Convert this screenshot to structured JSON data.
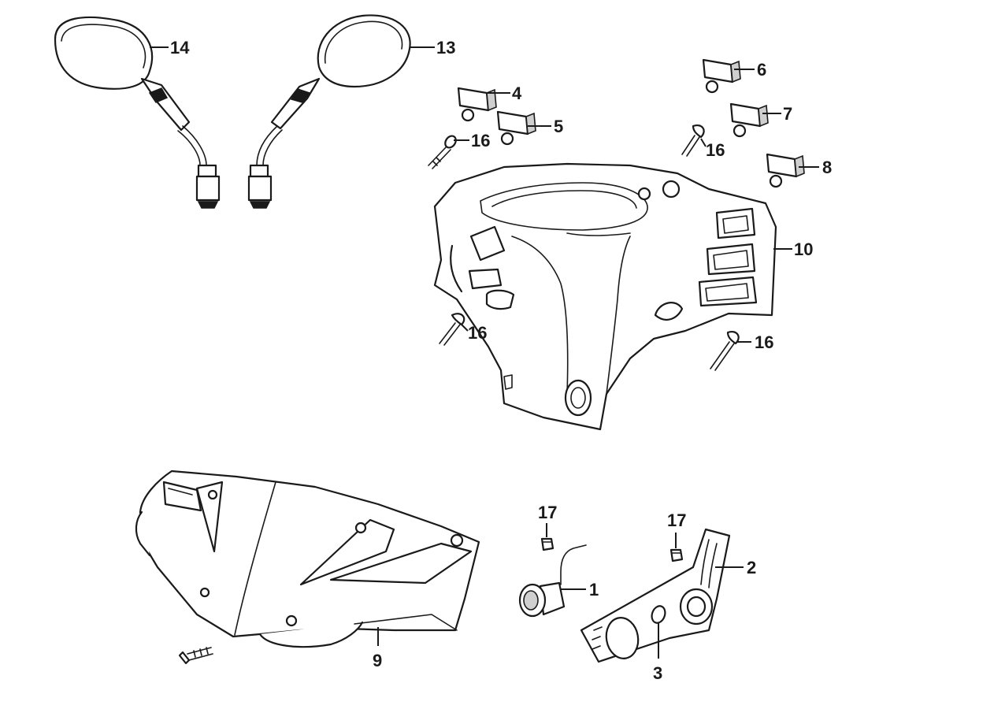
{
  "callouts": {
    "c1": "1",
    "c2": "2",
    "c3": "3",
    "c4": "4",
    "c5": "5",
    "c6": "6",
    "c7": "7",
    "c8": "8",
    "c9": "9",
    "c10": "10",
    "c13": "13",
    "c14": "14",
    "c16a": "16",
    "c16b": "16",
    "c16c": "16",
    "c16d": "16",
    "c17a": "17",
    "c17b": "17"
  },
  "colors": {
    "line": "#1a1a1a",
    "background": "#ffffff"
  }
}
